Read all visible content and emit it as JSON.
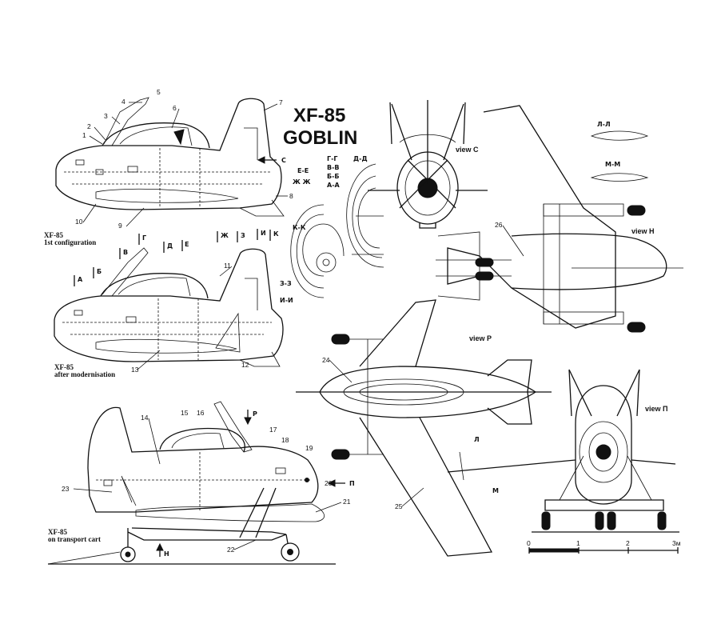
{
  "title": {
    "line1": "XF-85",
    "line2": "GOBLIN"
  },
  "captions": {
    "config1": {
      "line1": "XF-85",
      "line2": "1st configuration"
    },
    "config2": {
      "line1": "XF-85",
      "line2": "after modernisation"
    },
    "config3": {
      "line1": "XF-85",
      "line2": "on transport cart"
    }
  },
  "views": {
    "c": "view C",
    "h": "view H",
    "p": "view P",
    "pi": "view П"
  },
  "section_labels": [
    "Г-Г",
    "Д-Д",
    "В-В",
    "Б-Б",
    "А-А",
    "Е-Е",
    "Ж Ж",
    "К-К",
    "З-З",
    "И-И",
    "Л-Л",
    "М-М"
  ],
  "cut_marks": [
    "А",
    "Б",
    "В",
    "Г",
    "Д",
    "Е",
    "Ж",
    "З",
    "И",
    "К"
  ],
  "part_numbers": [
    "1",
    "2",
    "3",
    "4",
    "5",
    "6",
    "7",
    "8",
    "9",
    "10",
    "11",
    "12",
    "13",
    "14",
    "15",
    "16",
    "17",
    "18",
    "19",
    "20",
    "21",
    "22",
    "23",
    "24",
    "25",
    "26"
  ],
  "arrow_marks": {
    "c": "C",
    "p": "P",
    "pi": "П",
    "h": "H",
    "l": "Л",
    "m": "М"
  },
  "scale": {
    "ticks": [
      "0",
      "1",
      "2",
      "3м"
    ]
  }
}
